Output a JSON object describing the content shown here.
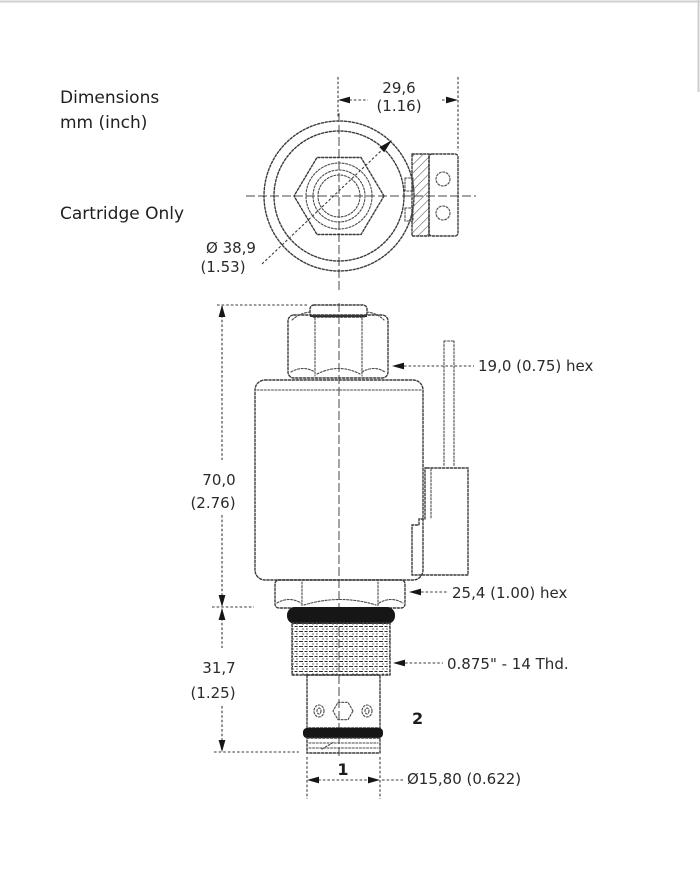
{
  "header": {
    "title": "Dimensions",
    "units": "mm (inch)",
    "variant": "Cartridge Only"
  },
  "colors": {
    "accent": "#1e73b8",
    "line": "#3b3b3b",
    "fill": "#161616",
    "background": "#ffffff"
  },
  "top_view": {
    "dim_width": {
      "mm": "29,6",
      "inch": "(1.16)"
    },
    "dim_diameter": {
      "mm": "Ø 38,9",
      "inch": "(1.53)"
    }
  },
  "side_view": {
    "hex_top_label": "19,0 (0.75) hex",
    "hex_mid_label": "25,4 (1.00) hex",
    "thread_label": "0.875\" - 14 Thd.",
    "nose_dia_label": "Ø15,80 (0.622)",
    "dim_height_upper": {
      "mm": "70,0",
      "inch": "(2.76)"
    },
    "dim_height_lower": {
      "mm": "31,7",
      "inch": "(1.25)"
    },
    "port_side": "2",
    "port_nose": "1"
  }
}
